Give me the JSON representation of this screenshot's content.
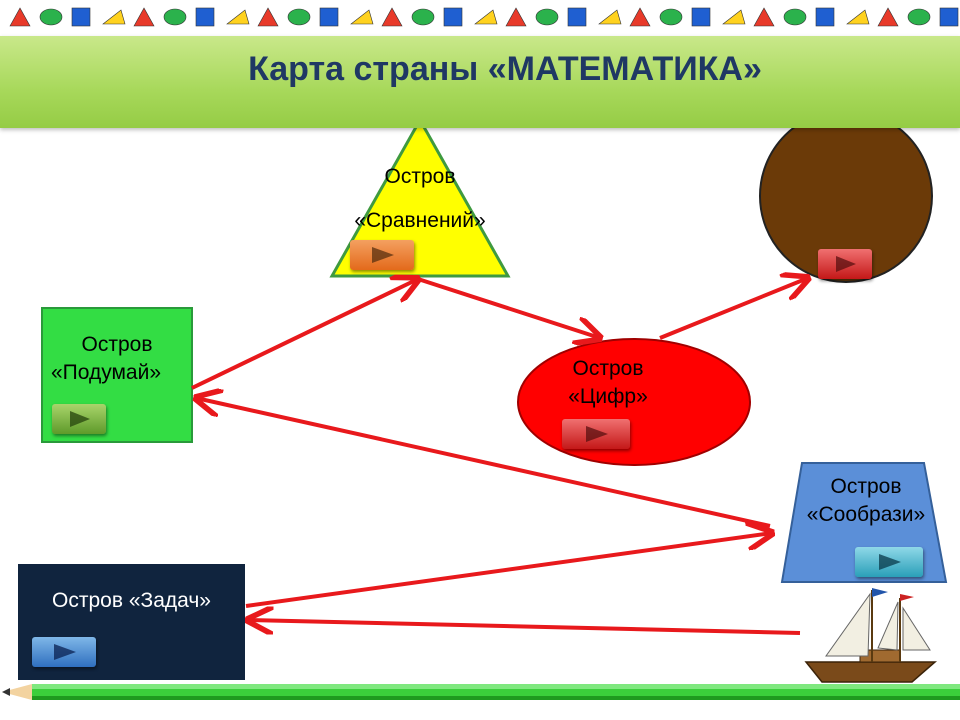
{
  "title": "Карта страны «МАТЕМАТИКА»",
  "islands": {
    "comparisons": {
      "line1": "Остров",
      "line2": "«Сравнений»"
    },
    "think": {
      "line1": "Остров",
      "line2": "«Подумай»"
    },
    "digits": {
      "line1": "Остров",
      "line2": "«Цифр»"
    },
    "figure_out": {
      "line1": "Остров",
      "line2": "«Сообрази»"
    },
    "tasks": {
      "label": "Остров «Задач»"
    }
  },
  "colors": {
    "arrow": "#e8191c",
    "triangle": "#ffff00",
    "circle_brown": "#6b3a08",
    "square_green": "#33dd44",
    "ellipse_red": "#ff0000",
    "trapezoid_blue": "#5b8fd8",
    "tasks_box": "#10243e",
    "title_band": "#a7d85a"
  },
  "icons": [
    "play-button-icon",
    "sailboat-icon",
    "pencil-icon",
    "decorative-shapes-border"
  ]
}
